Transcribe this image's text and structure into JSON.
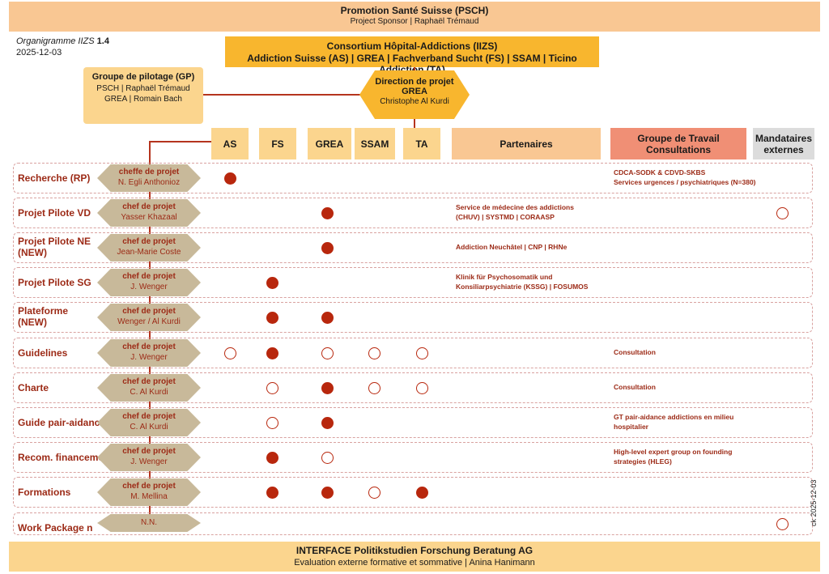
{
  "top": {
    "title": "Promotion Santé Suisse (PSCH)",
    "subtitle": "Project Sponsor  | Raphaël Trémaud"
  },
  "org": {
    "title_italic": "Organigramme IIZS ",
    "version": "1.4",
    "date": "2025-12-03"
  },
  "consortium": {
    "title": "Consortium Hôpital-Addictions (IIZS)",
    "members": "Addiction Suisse (AS) | GREA | Fachverband Sucht (FS) | SSAM | Ticino Addiction (TA)"
  },
  "pilotage": {
    "title": "Groupe de pilotage (GP)",
    "line1": "PSCH |  Raphaël Trémaud",
    "line2": "GREA | Romain Bach"
  },
  "direction": {
    "title1": "Direction de projet",
    "title2": "GREA",
    "name": "Christophe Al Kurdi"
  },
  "columns": [
    {
      "label": "AS",
      "color": "#fbd58e"
    },
    {
      "label": "FS",
      "color": "#fbd58e"
    },
    {
      "label": "GREA",
      "color": "#fbd58e"
    },
    {
      "label": "SSAM",
      "color": "#fbd58e"
    },
    {
      "label": "TA",
      "color": "#fbd58e"
    },
    {
      "label": "Partenaires",
      "color": "#f9c793"
    },
    {
      "label": "Groupe de Travail Consultations",
      "color": "#f08f75"
    },
    {
      "label": "Mandataires externes",
      "color": "#dcdcdc"
    }
  ],
  "rows": [
    {
      "label": "Recherche (RP)",
      "role": "cheffe de projet",
      "lead": "N. Egli Anthonioz",
      "dots": {
        "AS": "filled"
      },
      "note": "CDCA-SODK & CDVD-SKBS\nServices urgences / psychiatriques (N=380)",
      "note_col": "groupe"
    },
    {
      "label": "Projet Pilote VD",
      "role": "chef de projet",
      "lead": "Yasser Khazaal",
      "dots": {
        "GREA": "filled",
        "EXT": "open"
      },
      "note": "Service de médecine des addictions\n(CHUV)  | SYSTMD | CORAASP",
      "note_col": "partenaires"
    },
    {
      "label": "Projet Pilote NE\n(NEW)",
      "role": "chef de projet",
      "lead": "Jean-Marie Coste",
      "dots": {
        "GREA": "filled"
      },
      "note": "Addiction Neuchâtel | CNP | RHNe",
      "note_col": "partenaires"
    },
    {
      "label": "Projet Pilote SG",
      "role": "chef de projet",
      "lead": "J. Wenger",
      "dots": {
        "FS": "filled"
      },
      "note": "Klinik für Psychosomatik und\nKonsiliarpsychiatrie (KSSG) | FOSUMOS",
      "note_col": "partenaires"
    },
    {
      "label": "Plateforme\n(NEW)",
      "role": "chef de projet",
      "lead": "Wenger / Al Kurdi",
      "dots": {
        "FS": "filled",
        "GREA": "filled"
      },
      "note": "",
      "note_col": "groupe"
    },
    {
      "label": "Guidelines",
      "role": "chef de projet",
      "lead": "J. Wenger",
      "dots": {
        "AS": "open",
        "FS": "filled",
        "GREA": "open",
        "SSAM": "open",
        "TA": "open"
      },
      "note": "Consultation",
      "note_col": "groupe"
    },
    {
      "label": "Charte",
      "role": "chef de projet",
      "lead": "C. Al Kurdi",
      "dots": {
        "FS": "open",
        "GREA": "filled",
        "SSAM": "open",
        "TA": "open"
      },
      "note": "Consultation",
      "note_col": "groupe"
    },
    {
      "label": "Guide pair-aidance",
      "role": "chef de projet",
      "lead": "C. Al Kurdi",
      "dots": {
        "FS": "open",
        "GREA": "filled"
      },
      "note": "GT pair-aidance addictions en milieu\nhospitalier",
      "note_col": "groupe"
    },
    {
      "label": "Recom. financement",
      "role": "chef de projet",
      "lead": "J. Wenger",
      "dots": {
        "FS": "filled",
        "GREA": "open"
      },
      "note": "High-level expert group on founding\nstrategies (HLEG)",
      "note_col": "groupe"
    },
    {
      "label": "Formations",
      "role": "chef de projet",
      "lead": "M. Mellina",
      "dots": {
        "FS": "filled",
        "GREA": "filled",
        "SSAM": "open",
        "TA": "filled"
      },
      "note": "",
      "note_col": "groupe"
    },
    {
      "label": "Work Package  n",
      "role": "",
      "lead": "N.N.",
      "dots": {
        "EXT": "open"
      },
      "note": "",
      "note_col": "groupe"
    }
  ],
  "bottom": {
    "title": "INTERFACE Politikstudien Forschung Beratung AG",
    "subtitle": "Evaluation externe formative et sommative | Anina Hanimann"
  },
  "stamp": "ck 2025-12-03"
}
